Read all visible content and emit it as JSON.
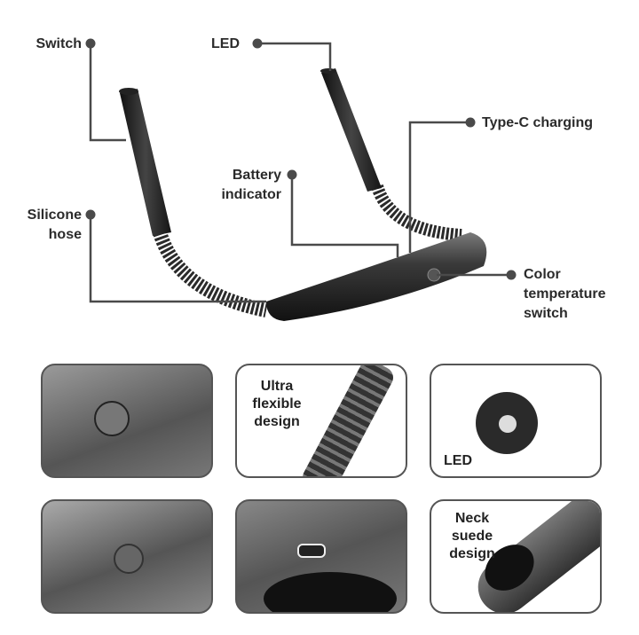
{
  "diagram": {
    "callouts": [
      {
        "id": "switch",
        "label": "Switch"
      },
      {
        "id": "led",
        "label": "LED"
      },
      {
        "id": "type_c",
        "label": "Type-C charging"
      },
      {
        "id": "battery",
        "label_line1": "Battery",
        "label_line2": "indicator"
      },
      {
        "id": "silicone",
        "label_line1": "Silicone",
        "label_line2": "hose"
      },
      {
        "id": "color_temp",
        "label_line1": "Color",
        "label_line2": "temperature",
        "label_line3": "switch"
      }
    ],
    "colors": {
      "line": "#4a4a4a",
      "dot": "#4a4a4a",
      "product": "#1e1e1e",
      "product_highlight": "#6a6a6a"
    }
  },
  "panels": [
    {
      "id": "switch-closeup",
      "text": ""
    },
    {
      "id": "hose-closeup",
      "line1": "Ultra",
      "line2": "flexible",
      "line3": "design"
    },
    {
      "id": "led-closeup",
      "text": "LED"
    },
    {
      "id": "color-button-closeup",
      "text": ""
    },
    {
      "id": "usb-c-closeup",
      "text": ""
    },
    {
      "id": "neck-suede-closeup",
      "line1": "Neck",
      "line2": "suede",
      "line3": "design"
    }
  ]
}
